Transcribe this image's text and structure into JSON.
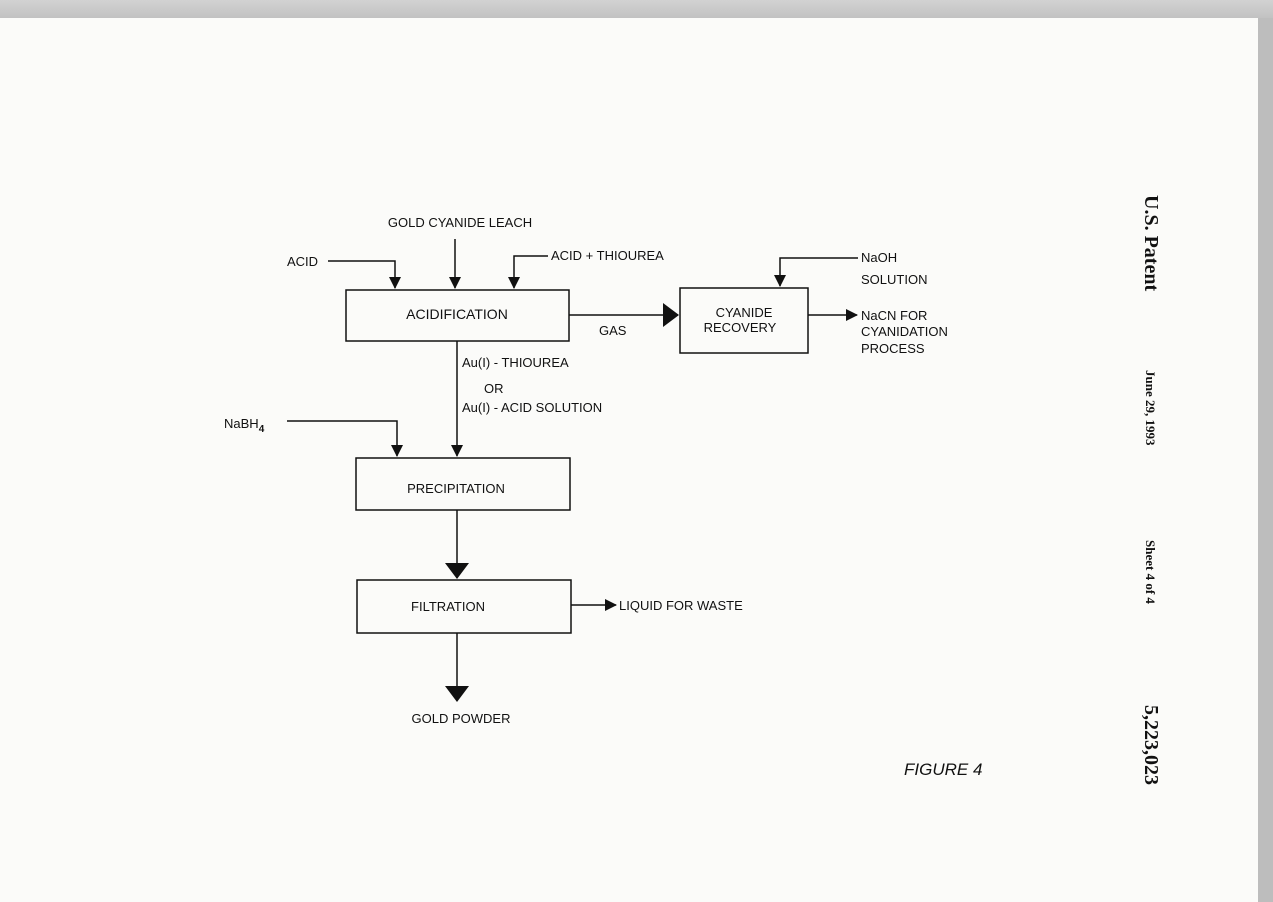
{
  "header": {
    "patent_label": "U.S. Patent",
    "date": "June 29, 1993",
    "sheet": "Sheet 4 of 4",
    "patent_number": "5,223,023"
  },
  "figure_label": "FIGURE 4",
  "inputs": {
    "gold_cyanide_leach": "GOLD CYANIDE LEACH",
    "acid": "ACID",
    "acid_thiourea": "ACID + THIOUREA",
    "naoh_line1": "NaOH",
    "naoh_line2": "SOLUTION",
    "nabh4_base": "NaBH",
    "nabh4_sub": "4"
  },
  "boxes": {
    "acidification": "ACIDIFICATION",
    "cyanide_recovery_line1": "CYANIDE",
    "cyanide_recovery_line2": "RECOVERY",
    "precipitation": "PRECIPITATION",
    "filtration": "FILTRATION"
  },
  "flows": {
    "gas": "GAS",
    "au_thiourea": "Au(I) - THIOUREA",
    "or": "OR",
    "au_acid": "Au(I) - ACID SOLUTION"
  },
  "outputs": {
    "nacn_line1": "NaCN FOR",
    "nacn_line2": "CYANIDATION",
    "nacn_line3": "PROCESS",
    "liquid_waste": "LIQUID FOR WASTE",
    "gold_powder": "GOLD POWDER"
  }
}
